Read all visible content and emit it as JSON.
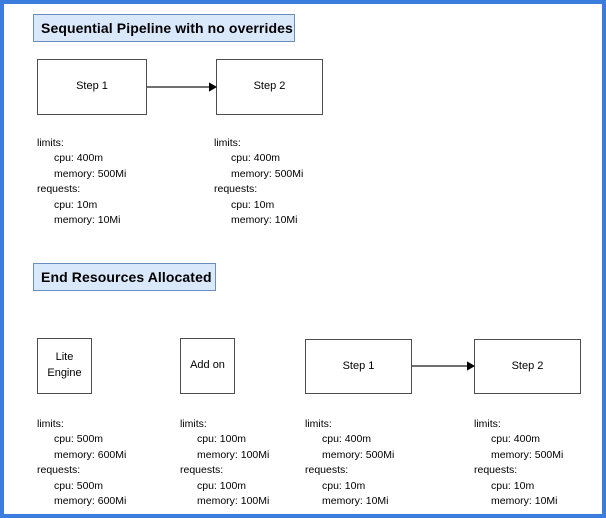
{
  "page": {
    "border_color": "#3b7ddd",
    "background": "#ffffff"
  },
  "sections": [
    {
      "id": "sequential-pipeline",
      "header": "Sequential Pipeline with no overrides",
      "header_fill": "#dae8fc",
      "header_stroke": "#6c8ebf"
    },
    {
      "id": "end-resources-allocated",
      "header": "End Resources Allocated",
      "header_fill": "#dae8fc",
      "header_stroke": "#6c8ebf"
    }
  ],
  "row1": {
    "nodes": [
      {
        "id": "step-1",
        "label": "Step 1"
      },
      {
        "id": "step-2",
        "label": "Step 2"
      }
    ],
    "connector": {
      "from": "step-1",
      "to": "step-2",
      "arrowhead": "filled-triangle"
    },
    "resources": [
      {
        "for": "step-1",
        "limits_key": "limits:",
        "limits": [
          "cpu: 400m",
          "memory: 500Mi"
        ],
        "requests_key": "requests:",
        "requests": [
          "cpu: 10m",
          "memory: 10Mi"
        ]
      },
      {
        "for": "step-2",
        "limits_key": "limits:",
        "limits": [
          "cpu: 400m",
          "memory: 500Mi"
        ],
        "requests_key": "requests:",
        "requests": [
          "cpu: 10m",
          "memory: 10Mi"
        ]
      }
    ]
  },
  "row2": {
    "nodes": [
      {
        "id": "lite-engine",
        "label": "Lite\nEngine"
      },
      {
        "id": "add-on",
        "label": "Add on"
      },
      {
        "id": "step-1",
        "label": "Step 1"
      },
      {
        "id": "step-2",
        "label": "Step 2"
      }
    ],
    "connector": {
      "from": "step-1",
      "to": "step-2",
      "arrowhead": "filled-triangle"
    },
    "resources": [
      {
        "for": "lite-engine",
        "limits_key": "limits:",
        "limits": [
          "cpu: 500m",
          "memory: 600Mi"
        ],
        "requests_key": "requests:",
        "requests": [
          "cpu: 500m",
          "memory: 600Mi"
        ]
      },
      {
        "for": "add-on",
        "limits_key": "limits:",
        "limits": [
          "cpu: 100m",
          "memory: 100Mi"
        ],
        "requests_key": "requests:",
        "requests": [
          "cpu: 100m",
          "memory: 100Mi"
        ]
      },
      {
        "for": "step-1",
        "limits_key": "limits:",
        "limits": [
          "cpu: 400m",
          "memory: 500Mi"
        ],
        "requests_key": "requests:",
        "requests": [
          "cpu: 10m",
          "memory: 10Mi"
        ]
      },
      {
        "for": "step-2",
        "limits_key": "limits:",
        "limits": [
          "cpu: 400m",
          "memory: 500Mi"
        ],
        "requests_key": "requests:",
        "requests": [
          "cpu: 10m",
          "memory: 10Mi"
        ]
      }
    ]
  }
}
